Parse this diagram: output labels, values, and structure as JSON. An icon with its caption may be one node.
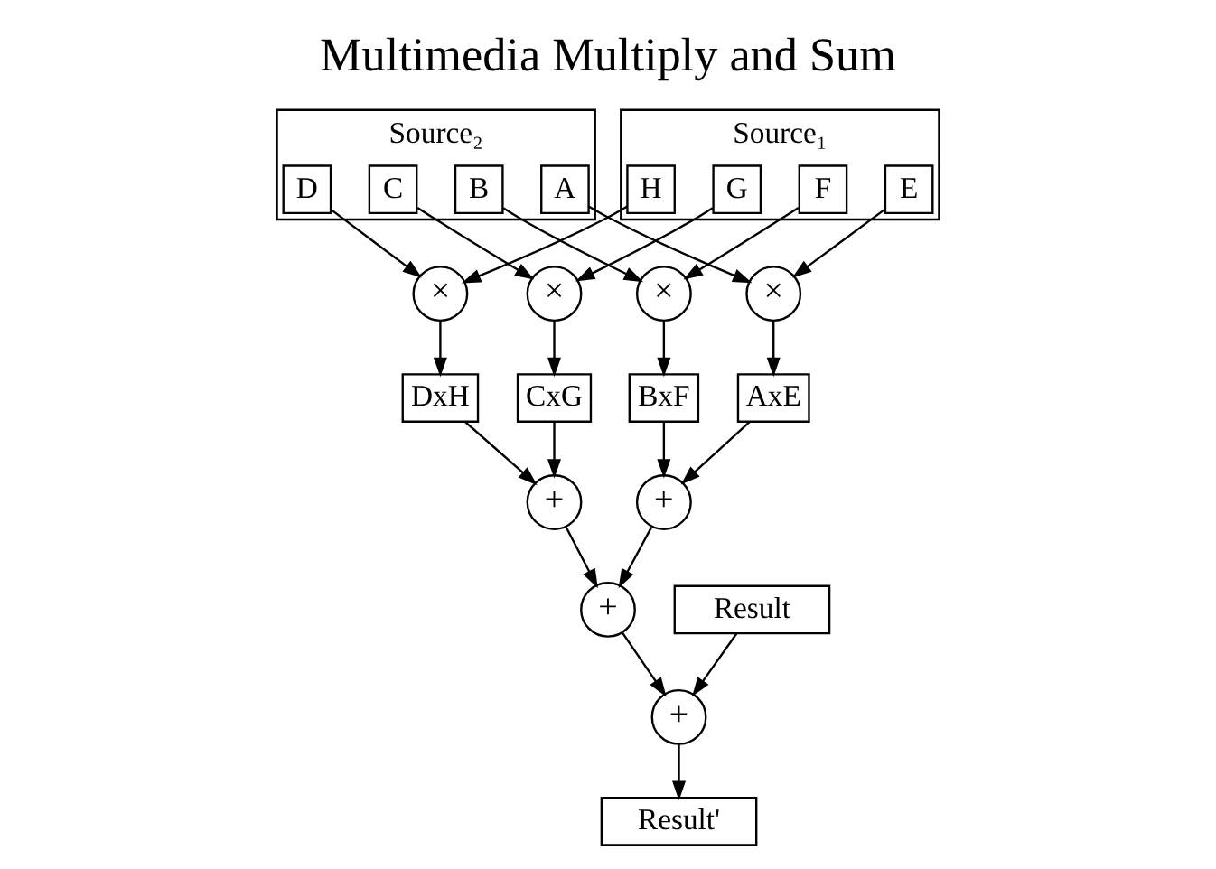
{
  "diagram": {
    "title": "Multimedia Multiply and Sum",
    "nodes": [
      {
        "text": [
          "Source₂"
        ]
      },
      {
        "text": [
          "D"
        ],
        "in": 0
      },
      {
        "text": [
          "C"
        ],
        "in": 0
      },
      {
        "text": [
          "B"
        ],
        "in": 0
      },
      {
        "text": [
          "A"
        ],
        "in": 0
      },
      {
        "text": [
          "Source₁"
        ]
      },
      {
        "text": [
          "H"
        ],
        "in": 5
      },
      {
        "text": [
          "G"
        ],
        "in": 5
      },
      {
        "text": [
          "F"
        ],
        "in": 5
      },
      {
        "text": [
          "E"
        ],
        "in": 5
      },
      {
        "text": [
          "×"
        ]
      },
      {
        "text": [
          "×"
        ]
      },
      {
        "text": [
          "×"
        ]
      },
      {
        "text": [
          "×"
        ]
      },
      {
        "text": [
          "DxH"
        ]
      },
      {
        "text": [
          "CxG"
        ]
      },
      {
        "text": [
          "BxF"
        ]
      },
      {
        "text": [
          "AxE"
        ]
      },
      {
        "text": [
          "+"
        ]
      },
      {
        "text": [
          "+"
        ]
      },
      {
        "text": [
          "+"
        ]
      },
      {
        "text": [
          "+"
        ]
      },
      {
        "text": [
          "Result"
        ]
      },
      {
        "text": [
          "Result'"
        ]
      }
    ],
    "edges": [
      {
        "from": 1,
        "to": 10,
        "arrow": "to"
      },
      {
        "from": 6,
        "to": 10,
        "arrow": "to"
      },
      {
        "from": 2,
        "to": 11,
        "arrow": "to"
      },
      {
        "from": 7,
        "to": 11,
        "arrow": "to"
      },
      {
        "from": 3,
        "to": 12,
        "arrow": "to"
      },
      {
        "from": 8,
        "to": 12,
        "arrow": "to"
      },
      {
        "from": 4,
        "to": 13,
        "arrow": "to"
      },
      {
        "from": 9,
        "to": 13,
        "arrow": "to"
      },
      {
        "from": 10,
        "to": 14,
        "arrow": "to"
      },
      {
        "from": 11,
        "to": 15,
        "arrow": "to"
      },
      {
        "from": 12,
        "to": 16,
        "arrow": "to"
      },
      {
        "from": 13,
        "to": 17,
        "arrow": "to"
      },
      {
        "from": 14,
        "to": 18,
        "arrow": "to"
      },
      {
        "from": 15,
        "to": 18,
        "arrow": "to"
      },
      {
        "from": 16,
        "to": 19,
        "arrow": "to"
      },
      {
        "from": 17,
        "to": 19,
        "arrow": "to"
      },
      {
        "from": 18,
        "to": 20,
        "arrow": "to"
      },
      {
        "from": 19,
        "to": 20,
        "arrow": "to"
      },
      {
        "from": 20,
        "to": 21,
        "arrow": "to"
      },
      {
        "from": 22,
        "to": 21,
        "arrow": "to"
      },
      {
        "from": 21,
        "to": 23,
        "arrow": "to"
      }
    ]
  }
}
